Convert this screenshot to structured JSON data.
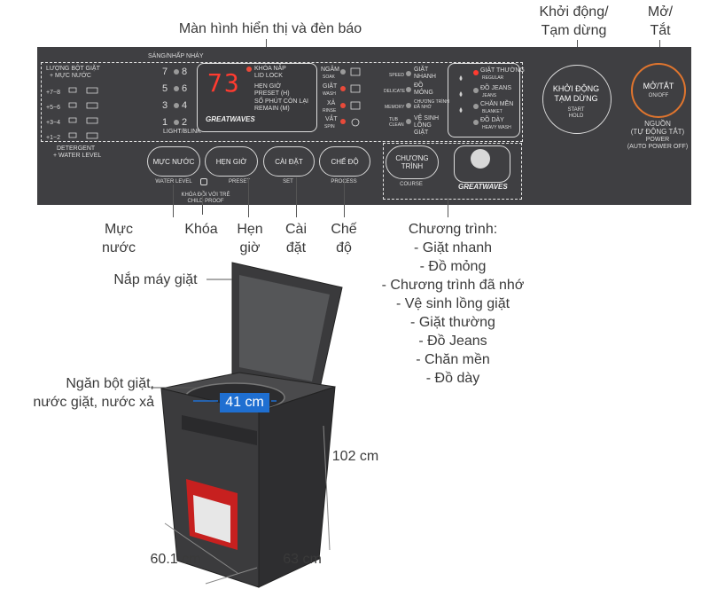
{
  "labels": {
    "display": "Màn hình hiển thị và đèn báo",
    "start_pause": [
      "Khởi động/",
      "Tạm dừng"
    ],
    "power": [
      "Mở/",
      "Tắt"
    ],
    "water_level": [
      "Mực",
      "nước"
    ],
    "lock": "Khóa",
    "timer": [
      "Hẹn",
      "giờ"
    ],
    "setting": [
      "Cài",
      "đặt"
    ],
    "mode": [
      "Chế",
      "độ"
    ],
    "programs_title": "Chương trình:",
    "programs": [
      "- Giặt nhanh",
      "- Đồ mỏng",
      "- Chương trình đã nhớ",
      "- Vệ sinh lồng giặt",
      "- Giặt thường",
      "- Đồ Jeans",
      "- Chăn mền",
      "- Đồ dày"
    ],
    "lid": "Nắp máy giặt",
    "detergent": [
      "Ngăn bột giặt,",
      "nước giặt, nước xả"
    ],
    "drum_width": "41 cm",
    "height": "102 cm",
    "width": "60.1 cm",
    "depth": "63 cm"
  },
  "panel": {
    "detergent_title": [
      "LƯỢNG BỘT GIẶT",
      "+ MỰC NƯỚC"
    ],
    "detergent_levels": [
      "+7~8",
      "+5~6",
      "+3~4",
      "+1~2"
    ],
    "detergent_footer": [
      "DETERGENT",
      "+ WATER LEVEL"
    ],
    "brightness": "SÁNG/NHẤP NHÁY",
    "keypad": [
      "7",
      "8",
      "5",
      "6",
      "3",
      "4",
      "1",
      "2"
    ],
    "light_blink": "LIGHT/BLINK",
    "display_value": "73",
    "indicators": [
      "KHÓA NẮP",
      "LID LOCK",
      "HẸN GIỜ",
      "PRESET (H)",
      "SỐ PHÚT CÒN LẠI",
      "REMAIN (M)"
    ],
    "logo": "GREATWAVES",
    "steps": [
      {
        "vi": "NGÂM",
        "en": "SOAK"
      },
      {
        "vi": "GIẶT",
        "en": "WASH"
      },
      {
        "vi": "XẢ",
        "en": "RINSE"
      },
      {
        "vi": "VẮT",
        "en": "SPIN"
      }
    ],
    "courses_left": [
      {
        "en": "SPEED",
        "vi": "GIẶT NHANH"
      },
      {
        "en": "DELICATE",
        "vi": "ĐỒ MỎNG"
      },
      {
        "en": "MEMORY",
        "vi": "CHƯƠNG TRÌNH ĐÃ NHỚ"
      },
      {
        "en": "TUB CLEAN",
        "vi": "VỆ SINH LỒNG GIẶT"
      }
    ],
    "courses_right": [
      {
        "vi": "GIẶT THƯỜNG",
        "en": "REGULAR"
      },
      {
        "vi": "ĐỒ JEANS",
        "en": "JEANS"
      },
      {
        "vi": "CHĂN MỀN",
        "en": "BLANKET"
      },
      {
        "vi": "ĐỒ DÀY",
        "en": "HEAVY WASH"
      }
    ],
    "btn_water": "MỰC NƯỚC",
    "btn_water_sub": "WATER LEVEL",
    "btn_timer": "HẸN GIỜ",
    "btn_timer_sub": "PRESET",
    "child_lock": [
      "KHÓA ĐỐI VỚI TRẺ",
      "CHILD PROOF"
    ],
    "btn_setting": "CÀI ĐẶT",
    "btn_setting_sub": "SET",
    "btn_mode": "CHẾ ĐỘ",
    "btn_mode_sub": "PROCESS",
    "btn_course": [
      "CHƯƠNG",
      "TRÌNH"
    ],
    "btn_course_sub": "COURSE",
    "btn_start": [
      "KHỞI ĐỘNG",
      "TẠM DỪNG"
    ],
    "btn_start_sub": [
      "START",
      "HOLD"
    ],
    "btn_power": "MỞ/TẮT",
    "btn_power_sub": "ON/OFF",
    "power_note": [
      "NGUỒN",
      "(TỰ ĐỘNG TẮT)",
      "POWER",
      "(AUTO POWER OFF)"
    ]
  },
  "colors": {
    "panel": "#3f3f42",
    "accent_orange": "#e0752e",
    "display_red": "#ff3b30",
    "measure_blue": "#1f6fd1"
  }
}
